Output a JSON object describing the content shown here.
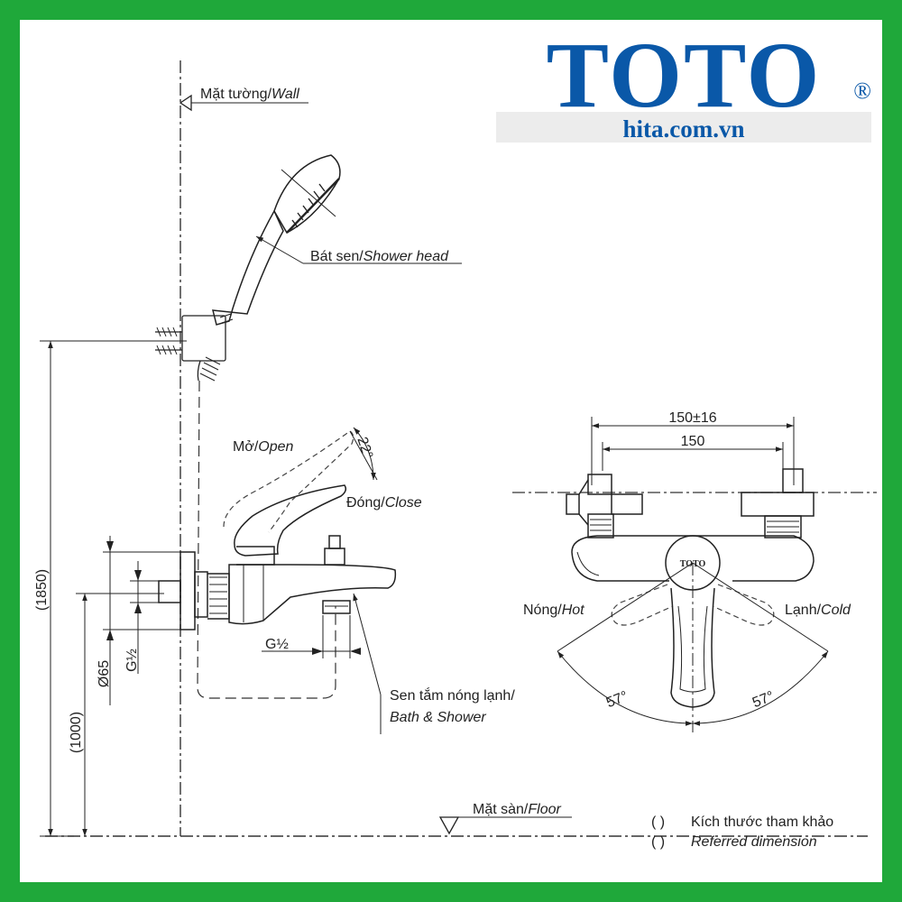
{
  "brand": {
    "logo": "TOTO",
    "registered_mark": "®",
    "website": "hita.com.vn",
    "color": "#0a58a8"
  },
  "labels": {
    "wall_vi": "Mặt tường/",
    "wall_en": "Wall",
    "shower_head_vi": "Bát sen/",
    "shower_head_en": "Shower head",
    "open_vi": "Mở/",
    "open_en": "Open",
    "close_vi": "Đóng/",
    "close_en": "Close",
    "mixer_vi": "Sen tắm nóng lạnh/",
    "mixer_en": "Bath & Shower",
    "floor_vi": "Mặt sàn/",
    "floor_en": "Floor",
    "hot_vi": "Nóng/",
    "hot_en": "Hot",
    "cold_vi": "Lạnh/",
    "cold_en": "Cold",
    "faucet_mark": "TOTO"
  },
  "dimensions": {
    "angle_open": "22°",
    "height_1850": "(1850)",
    "height_1000": "(1000)",
    "diameter_65": "Ø65",
    "thread_side": "G½",
    "thread_bottom": "G½",
    "spacing_range": "150±16",
    "spacing": "150",
    "angle_hot": "57°",
    "angle_cold": "57°"
  },
  "legend": {
    "paren_1": "(        )",
    "text_1": "Kích thước tham khảo",
    "paren_2": "(        )",
    "text_2": "Referred dimension"
  }
}
